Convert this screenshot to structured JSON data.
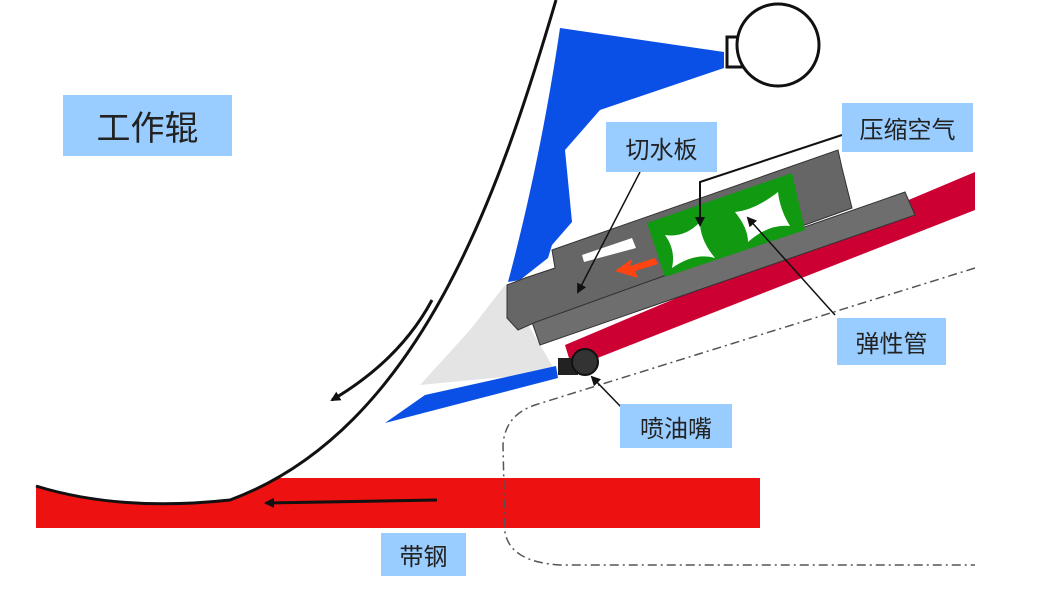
{
  "labels": {
    "work_roll": "工作辊",
    "wiper_plate": "切水板",
    "compressed_air": "压缩空气",
    "elastic_tube": "弹性管",
    "oil_nozzle": "喷油嘴",
    "strip_steel": "带钢"
  },
  "colors": {
    "label_bg": "#99ccff",
    "spray": "#0a4fe6",
    "strip": "#ee1111",
    "beam": "#cc0033",
    "block": "#6a6a6a",
    "tube": "#119911",
    "flow_arrow": "#ff4411"
  }
}
